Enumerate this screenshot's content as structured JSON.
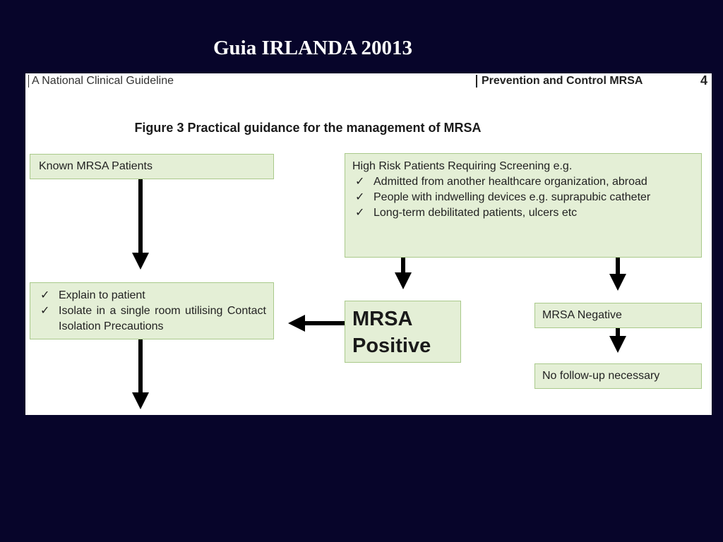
{
  "slide": {
    "title": "Guia IRLANDA 20013"
  },
  "figure": {
    "header_left": "A National Clinical Guideline",
    "header_right": "Prevention and Control MRSA",
    "page_number": "4",
    "title": "Figure 3 Practical guidance for the management of MRSA",
    "check_mark": "✓",
    "boxes": {
      "known": "Known MRSA Patients",
      "high_risk": {
        "heading": "High Risk Patients Requiring Screening e.g.",
        "items": [
          "Admitted from another healthcare organization, abroad",
          "People with indwelling devices e.g. suprapubic catheter",
          "Long-term debilitated patients, ulcers etc"
        ]
      },
      "explain": {
        "items": [
          "Explain to patient",
          "Isolate in a single room utilising Contact Isolation Precautions"
        ]
      },
      "positive": {
        "line1": "MRSA",
        "line2": "Positive"
      },
      "negative": "MRSA Negative",
      "no_followup": "No follow-up necessary"
    },
    "colors": {
      "box_fill": "#e4efd6",
      "box_border": "#a9c98a",
      "arrow": "#000000",
      "slide_background": "#07052a"
    }
  }
}
